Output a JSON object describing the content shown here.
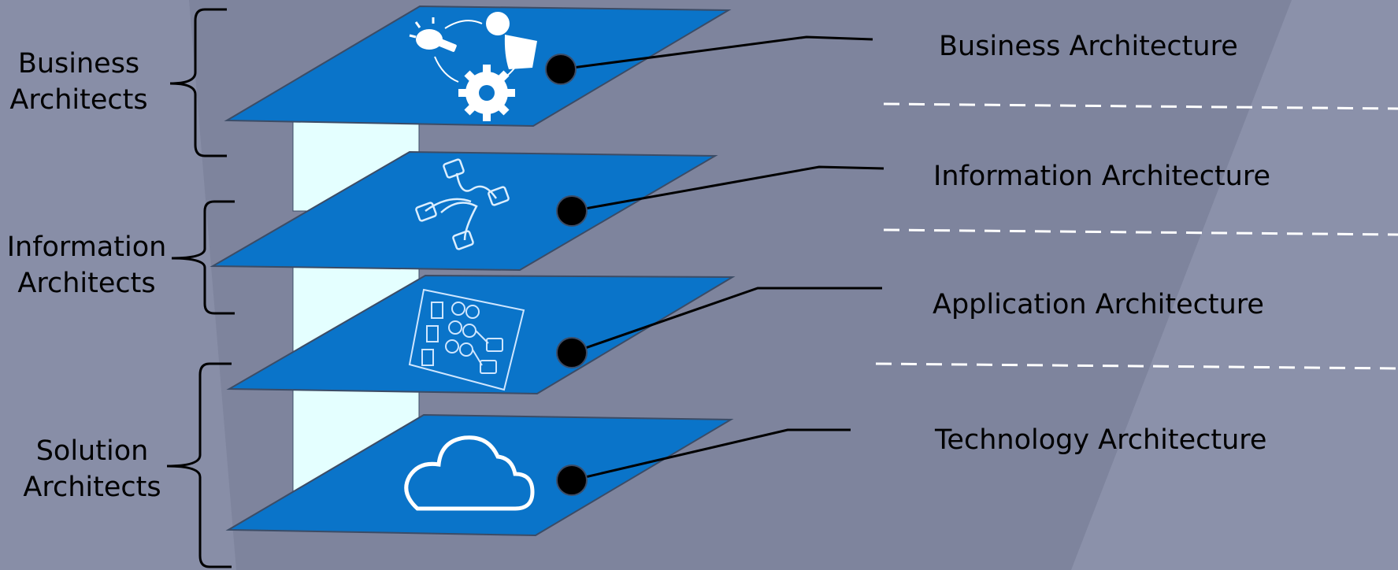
{
  "colors": {
    "background": "#7e849d",
    "background_light": "#8a90a8",
    "plane_fill": "#0a74c9",
    "plane_edge": "#3c4c66",
    "pillar_fill": "#e4ffff",
    "dashed_divider": "#ffffff",
    "line": "#000000",
    "icon": "#ffffff"
  },
  "roles": [
    {
      "line1": "Business",
      "line2": "Architects"
    },
    {
      "line1": "Information",
      "line2": "Architects"
    },
    {
      "line1": "Solution",
      "line2": "Architects"
    }
  ],
  "layers": [
    {
      "name": "Business Architecture",
      "icon": "idea-person-gear-cycle-icon"
    },
    {
      "name": "Information Architecture",
      "icon": "connected-nodes-icon"
    },
    {
      "name": "Application Architecture",
      "icon": "application-blueprint-icon"
    },
    {
      "name": "Technology Architecture",
      "icon": "cloud-icon"
    }
  ]
}
